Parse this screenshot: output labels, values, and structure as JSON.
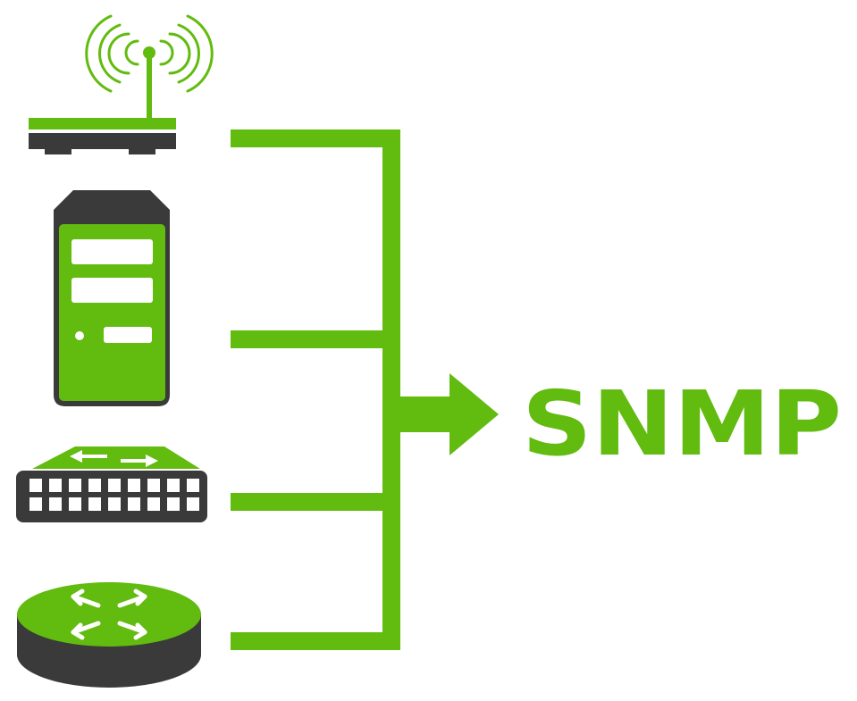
{
  "title": "SNMP",
  "colors": {
    "green": "#62bb0f",
    "dark": "#3a3a3a",
    "white": "#ffffff"
  },
  "devices": [
    {
      "name": "wireless-access-point",
      "icon": "wifi-access-point-icon"
    },
    {
      "name": "server",
      "icon": "server-tower-icon"
    },
    {
      "name": "network-switch",
      "icon": "network-switch-icon"
    },
    {
      "name": "router",
      "icon": "router-icon"
    }
  ]
}
